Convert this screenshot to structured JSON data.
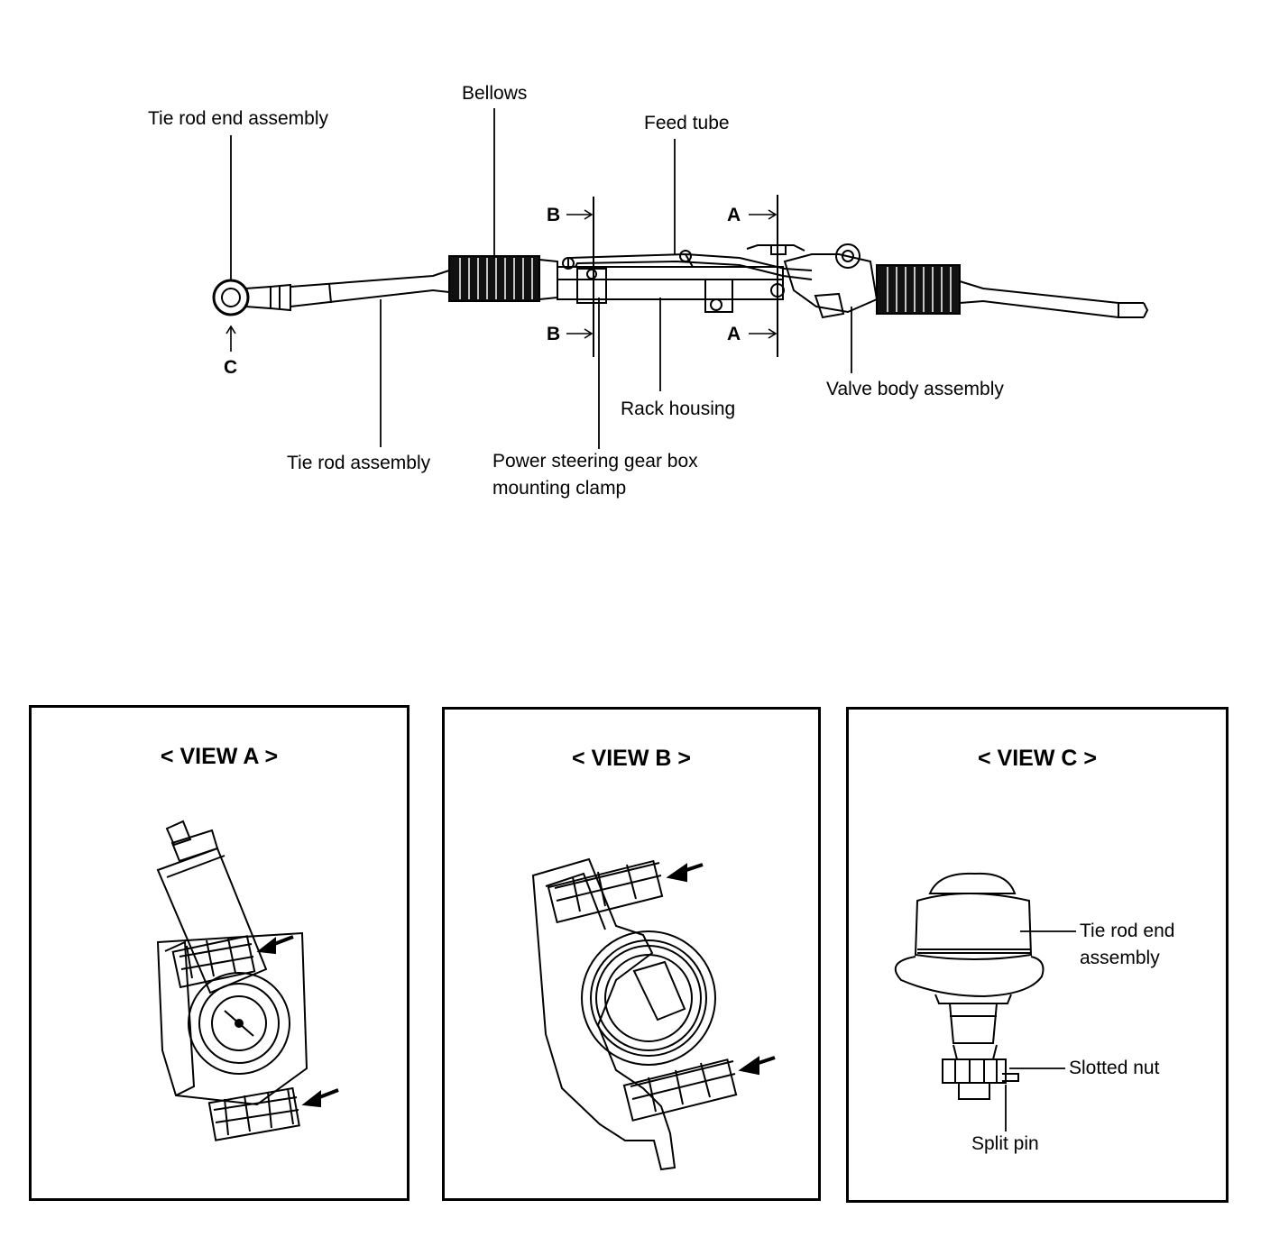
{
  "main": {
    "labels": {
      "tie_rod_end_assembly": "Tie rod end assembly",
      "bellows": "Bellows",
      "feed_tube": "Feed tube",
      "tie_rod_assembly": "Tie rod assembly",
      "power_steering_clamp_line1": "Power steering gear box",
      "power_steering_clamp_line2": "mounting clamp",
      "rack_housing": "Rack housing",
      "valve_body_assembly": "Valve body assembly"
    },
    "section_markers": {
      "b_top": "B",
      "b_bottom": "B",
      "a_top": "A",
      "a_bottom": "A",
      "c": "C"
    }
  },
  "views": {
    "a": {
      "title": "< VIEW A >"
    },
    "b": {
      "title": "< VIEW B >"
    },
    "c": {
      "title": "< VIEW C >",
      "labels": {
        "tie_rod_end_line1": "Tie rod end",
        "tie_rod_end_line2": "assembly",
        "slotted_nut": "Slotted nut",
        "split_pin": "Split pin"
      }
    }
  }
}
